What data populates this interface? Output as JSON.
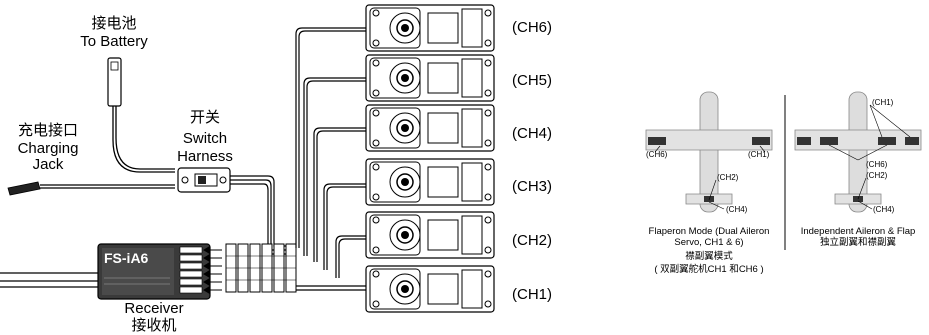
{
  "battery": {
    "label_cn": "接电池",
    "label_en": "To Battery"
  },
  "jack": {
    "label_cn": "充电接口",
    "label_en_1": "Charging",
    "label_en_2": "Jack"
  },
  "switch": {
    "label_cn": "开关",
    "label_en_1": "Switch",
    "label_en_2": "Harness"
  },
  "receiver": {
    "model": "FS-iA6",
    "label_en": "Receiver",
    "label_cn": "接收机"
  },
  "channels": [
    "(CH6)",
    "(CH5)",
    "(CH4)",
    "(CH3)",
    "(CH2)",
    "(CH1)"
  ],
  "flaperon": {
    "left_wing": "(CH6)",
    "right_wing": "(CH1)",
    "tail_top": "(CH2)",
    "tail_bottom": "(CH4)",
    "title_1": "Flaperon Mode (Dual Aileron",
    "title_2": "Servo, CH1 & 6)",
    "title_cn_1": "襟副翼模式",
    "title_cn_2": "( 双副翼舵机CH1 和CH6 )"
  },
  "independent": {
    "ch1": "(CH1)",
    "ch6": "(CH6)",
    "ch2": "(CH2)",
    "ch4": "(CH4)",
    "title_1": "Independent Aileron & Flap",
    "title_cn": "独立副翼和襟副翼"
  }
}
